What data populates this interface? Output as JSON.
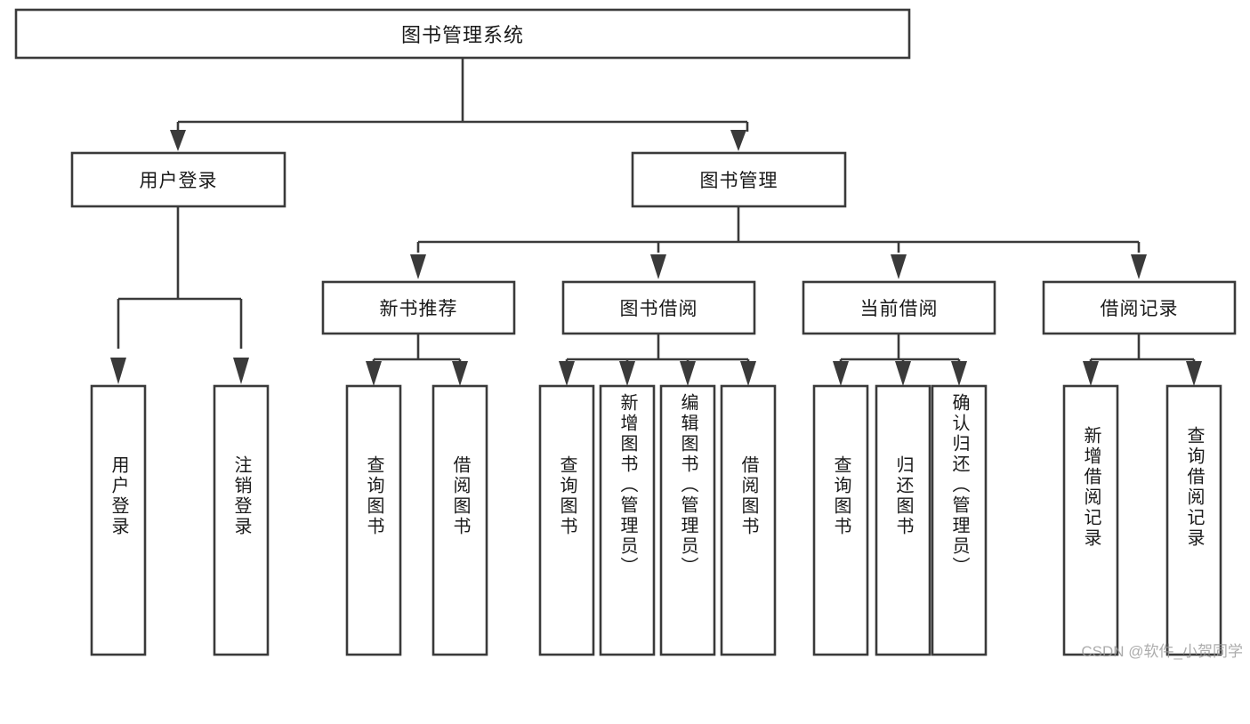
{
  "diagram": {
    "type": "hierarchy-tree",
    "title": "图书管理系统",
    "root": {
      "id": "root",
      "label": "图书管理系统"
    },
    "level2": [
      {
        "id": "user-login",
        "label": "用户登录"
      },
      {
        "id": "book-manage",
        "label": "图书管理"
      }
    ],
    "level3": [
      {
        "id": "new-book-rec",
        "label": "新书推荐",
        "parent": "book-manage"
      },
      {
        "id": "book-borrow",
        "label": "图书借阅",
        "parent": "book-manage"
      },
      {
        "id": "current-borrow",
        "label": "当前借阅",
        "parent": "book-manage"
      },
      {
        "id": "borrow-record",
        "label": "借阅记录",
        "parent": "book-manage"
      }
    ],
    "leaves": {
      "user-login": [
        {
          "id": "leaf-user-login",
          "label": "用户登录"
        },
        {
          "id": "leaf-user-logout",
          "label": "注销登录"
        }
      ],
      "new-book-rec": [
        {
          "id": "leaf-query-book-1",
          "label": "查询图书"
        },
        {
          "id": "leaf-borrow-book-1",
          "label": "借阅图书"
        }
      ],
      "book-borrow": [
        {
          "id": "leaf-query-book-2",
          "label": "查询图书"
        },
        {
          "id": "leaf-add-book",
          "label": "新增图书（管理员）"
        },
        {
          "id": "leaf-edit-book",
          "label": "编辑图书（管理员）"
        },
        {
          "id": "leaf-borrow-book-2",
          "label": "借阅图书"
        }
      ],
      "current-borrow": [
        {
          "id": "leaf-query-book-3",
          "label": "查询图书"
        },
        {
          "id": "leaf-return-book",
          "label": "归还图书"
        },
        {
          "id": "leaf-confirm-return",
          "label": "确认归还（管理员）"
        }
      ],
      "borrow-record": [
        {
          "id": "leaf-add-record",
          "label": "新增借阅记录"
        },
        {
          "id": "leaf-query-record",
          "label": "查询借阅记录"
        }
      ]
    },
    "colors": {
      "stroke": "#3a3a3a",
      "fill": "#ffffff",
      "text": "#1a1a1a",
      "watermark": "#9a9a9a",
      "background": "#ffffff"
    }
  },
  "watermark": {
    "text": "CSDN @软件_小贺同学"
  }
}
